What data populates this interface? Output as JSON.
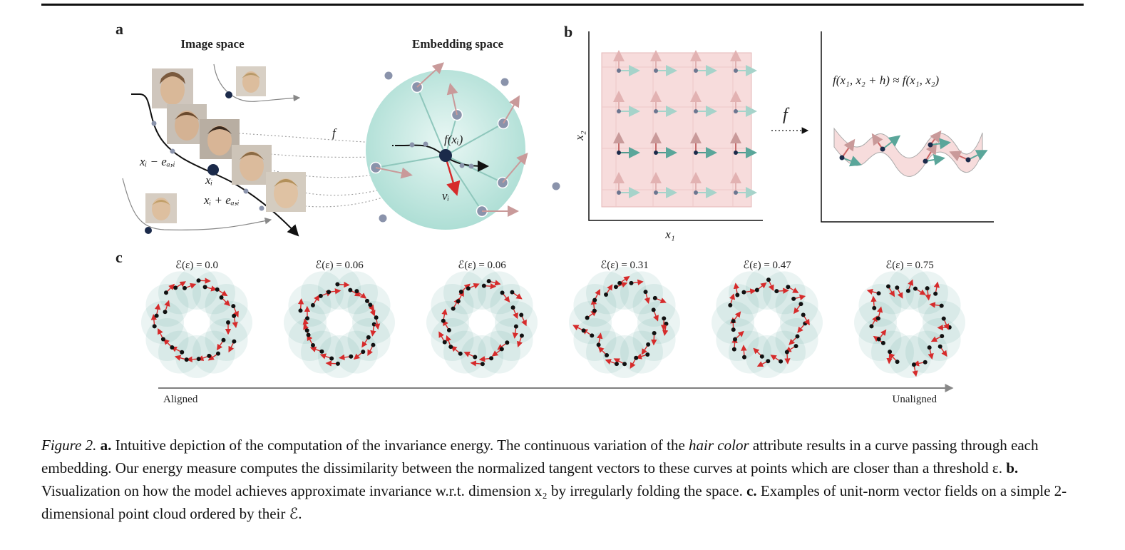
{
  "panels": {
    "a": {
      "letter": "a",
      "image_space_title": "Image space",
      "embedding_space_title": "Embedding space",
      "f_label": "f",
      "fx_label": "f(xᵢ)",
      "v_label": "vᵢ",
      "x_label": "xᵢ",
      "x_minus_label": "xᵢ − eₐ,ᵢ",
      "x_plus_label": "xᵢ + eₐ,ᵢ"
    },
    "b": {
      "letter": "b",
      "x1_label": "x₁",
      "x2_label": "x₂",
      "f_label": "f",
      "equation": "f(x₁, x₂ + h) ≈ f(x₁, x₂)"
    },
    "c": {
      "letter": "c",
      "energies": [
        "ℰ(ε) = 0.0",
        "ℰ(ε) = 0.06",
        "ℰ(ε) = 0.06",
        "ℰ(ε) = 0.31",
        "ℰ(ε) = 0.47",
        "ℰ(ε) = 0.75"
      ],
      "axis_left": "Aligned",
      "axis_right": "Unaligned"
    }
  },
  "caption": {
    "fig_label": "Figure 2.",
    "a_label": "a.",
    "a_text_1": " Intuitive depiction of the computation of the invariance energy. The continuous variation of the ",
    "a_emph": "hair color",
    "a_text_2": " attribute results in a curve passing through each embedding. Our energy measure computes the dissimilarity between the normalized tangent vectors to these curves at points which are closer than a threshold ε. ",
    "b_label": "b.",
    "b_text": " Visualization on how the model achieves approximate invariance w.r.t. dimension x₂ by irregularly folding the space. ",
    "c_label": "c.",
    "c_text": " Examples of unit-norm vector fields on a simple 2-dimensional point cloud ordered by their ℰ."
  },
  "colors": {
    "dark_navy": "#1b2a4a",
    "gray_point": "#8a93ab",
    "teal": "#5aa69a",
    "sphere": "#bfe6df",
    "pink_arrow": "#c99a9a",
    "red_arrow": "#d62b2b",
    "grid_fill": "#f7dcdc",
    "face_skin": "#d6b79a"
  }
}
